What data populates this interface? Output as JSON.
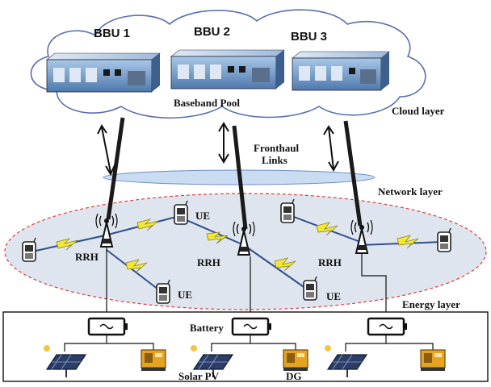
{
  "cloud": {
    "bbu_labels": [
      "BBU 1",
      "BBU 2",
      "BBU 3"
    ],
    "pool_label": "Baseband Pool",
    "layer_label": "Cloud layer"
  },
  "network": {
    "fronthaul_label_line1": "Fronthaul",
    "fronthaul_label_line2": "Links",
    "layer_label": "Network layer"
  },
  "radio": {
    "rrh_label": "RRH",
    "ue_label": "UE"
  },
  "energy": {
    "layer_label": "Energy layer",
    "battery_label": "Battery",
    "solar_label": "Solar PV",
    "dg_label": "DG"
  },
  "colors": {
    "cloud_fill": "#ffffff",
    "cloud_stroke": "#5b6db0",
    "network_band": "#c9dcf2",
    "radio_area": "#dfe5ee",
    "radio_border": "#e03c3c",
    "link_zigzag": "#f2e832",
    "link_line": "#2e4f8c",
    "bbu_body": "#7eaad6"
  }
}
